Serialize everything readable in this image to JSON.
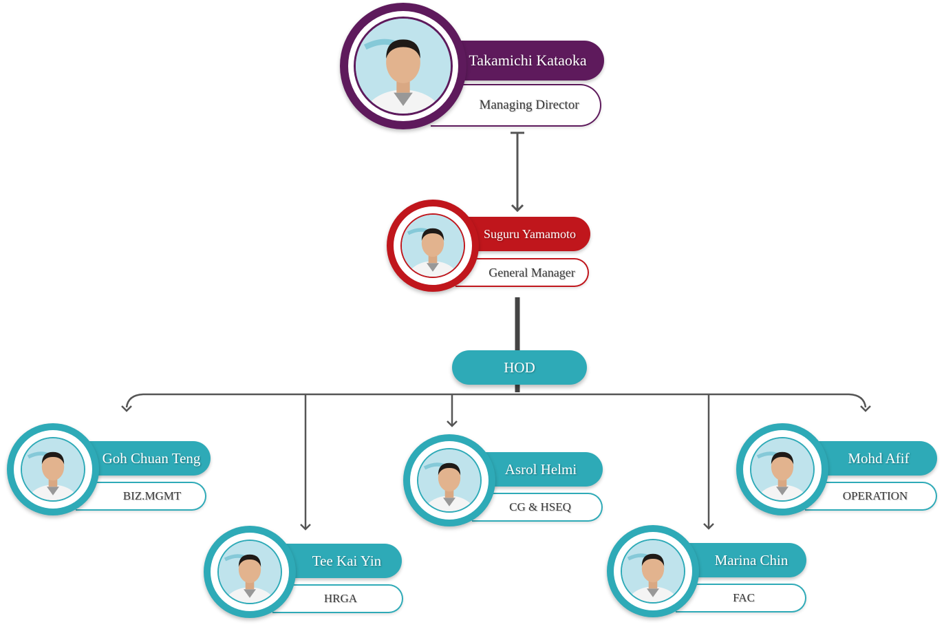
{
  "colors": {
    "director": "#5e1a5c",
    "manager": "#c0161c",
    "team": "#2eaab7",
    "connector": "#555555"
  },
  "director": {
    "name": "Takamichi Kataoka",
    "title": "Managing Director",
    "avatar": "person-photo"
  },
  "manager": {
    "name": "Suguru Yamamoto",
    "title": "General Manager",
    "avatar": "person-photo"
  },
  "hod": {
    "label": "HOD"
  },
  "team": [
    {
      "name": "Goh Chuan Teng",
      "title": "BIZ.MGMT",
      "avatar": "person-photo"
    },
    {
      "name": "Tee Kai Yin",
      "title": "HRGA",
      "avatar": "person-photo"
    },
    {
      "name": "Asrol Helmi",
      "title": "CG & HSEQ",
      "avatar": "person-photo"
    },
    {
      "name": "Marina Chin",
      "title": "FAC",
      "avatar": "person-photo"
    },
    {
      "name": "Mohd Afif",
      "title": "OPERATION",
      "avatar": "person-photo"
    }
  ]
}
